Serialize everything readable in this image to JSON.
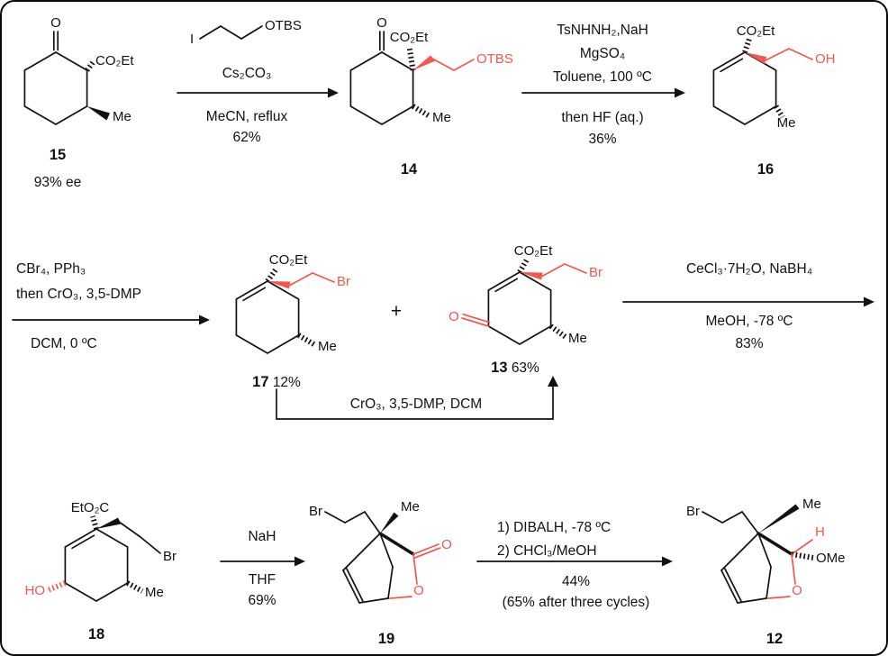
{
  "accent_color": "#f4574b",
  "compounds": {
    "c15": {
      "number": "15",
      "note": "93% ee",
      "o": "O",
      "co2et": "CO₂Et",
      "me": "Me"
    },
    "c14": {
      "number": "14",
      "o": "O",
      "co2et": "CO₂Et",
      "otbs": "OTBS",
      "me": "Me"
    },
    "c16": {
      "number": "16",
      "co2et": "CO₂Et",
      "oh": "OH",
      "me": "Me"
    },
    "c17": {
      "number": "17",
      "yield": "12%",
      "co2et": "CO₂Et",
      "br": "Br",
      "me": "Me"
    },
    "c13": {
      "number": "13",
      "yield": "63%",
      "co2et": "CO₂Et",
      "br": "Br",
      "o": "O",
      "me": "Me"
    },
    "c18": {
      "number": "18",
      "eto2c": "EtO₂C",
      "br": "Br",
      "ho": "HO",
      "me": "Me"
    },
    "c19": {
      "number": "19",
      "br": "Br",
      "me": "Me",
      "o_carbonyl": "O",
      "o_ring": "O"
    },
    "c12": {
      "number": "12",
      "br": "Br",
      "me": "Me",
      "h": "H",
      "ome": "OMe",
      "o_ring": "O"
    }
  },
  "steps": {
    "step1": {
      "reagent_iodide_i": "I",
      "reagent_iodide_otbs": "OTBS",
      "above": "Cs₂CO₃",
      "below1": "MeCN, reflux",
      "below2": "62%"
    },
    "step2": {
      "above1": "TsNHNH₂,NaH",
      "above2": "MgSO₄",
      "above3": "Toluene, 100 ºC",
      "below1": "then HF (aq.)",
      "below2": "36%"
    },
    "step3": {
      "above1": "CBr₄, PPh₃",
      "above2": "then CrO₃, 3,5-DMP",
      "below1": "DCM, 0 ºC"
    },
    "plus": "+",
    "step4": {
      "above1": "CeCl₃·7H₂O, NaBH₄",
      "below1": "MeOH, -78 ºC",
      "below2": "83%"
    },
    "step5": {
      "label": "CrO₃, 3,5-DMP, DCM"
    },
    "step6": {
      "above1": "NaH",
      "below1": "THF",
      "below2": "69%"
    },
    "step7": {
      "above1": "1) DIBALH, -78 ºC",
      "above2": "2) CHCl₃/MeOH",
      "below1": "44%",
      "below2": "(65% after three cycles)"
    }
  }
}
